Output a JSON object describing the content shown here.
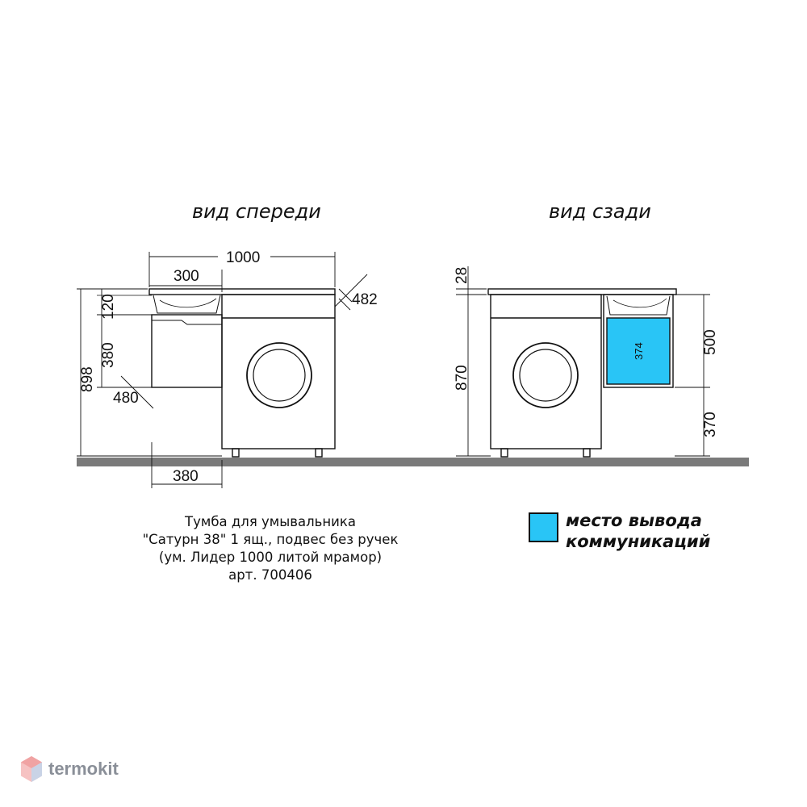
{
  "views": {
    "front": {
      "title": "вид спереди",
      "dimensions": {
        "overall_width": "1000",
        "basin_width": "300",
        "depth_top": "482",
        "basin_height": "120",
        "drawer_height": "380",
        "overall_height": "898",
        "cabinet_depth": "480",
        "cabinet_width": "380"
      }
    },
    "rear": {
      "title": "вид сзади",
      "dimensions": {
        "top_thickness": "28",
        "height_to_top": "870",
        "niche_height": "500",
        "niche_inner": "374",
        "floor_clearance": "370"
      }
    }
  },
  "caption": {
    "lines": [
      "Тумба для умывальника",
      "\"Сатурн 38\" 1 ящ., подвес без ручек",
      "(ум. Лидер 1000 литой мрамор)",
      "арт. 700406"
    ]
  },
  "legend": {
    "lines": [
      "место вывода",
      "коммуникаций"
    ],
    "color": "#29c5f6"
  },
  "colors": {
    "floor": "#7a7a7a",
    "outline": "#111111",
    "communication": "#29c5f6",
    "logo_text": "#8a8f98",
    "logo_icon": "#f0a3a3"
  },
  "logo": {
    "text": "termokit",
    "icon": "hexagon-logo-icon"
  }
}
